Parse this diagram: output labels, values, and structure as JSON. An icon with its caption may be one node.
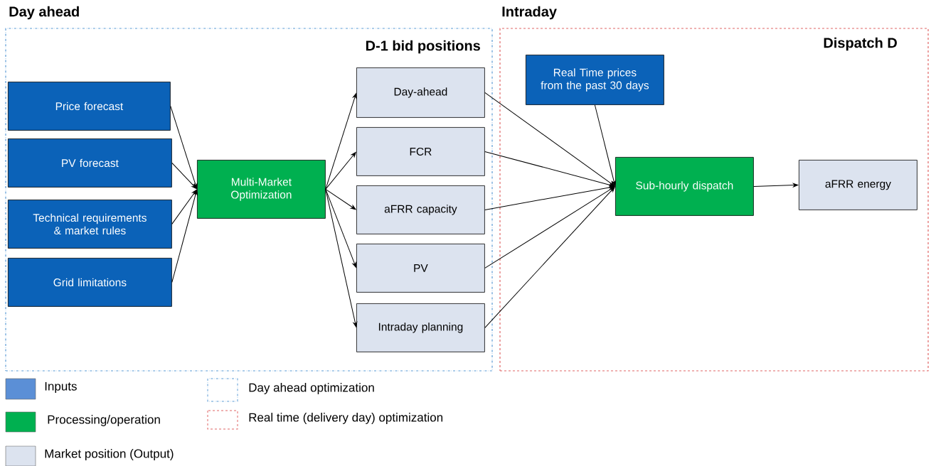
{
  "diagram": {
    "nodes": [
      {
        "text": [
          "Day ahead",
          "D-1 bid positions"
        ]
      },
      {
        "text": [
          "Intraday",
          "Dispatch D"
        ]
      },
      {
        "text": [
          "Price forecast"
        ],
        "in": 0
      },
      {
        "text": [
          "PV forecast"
        ],
        "in": 0
      },
      {
        "text": [
          "Technical requirements & market rules"
        ],
        "in": 0
      },
      {
        "text": [
          "Grid limitations"
        ],
        "in": 0
      },
      {
        "text": [
          "Multi-Market Optimization"
        ],
        "in": 0
      },
      {
        "text": [
          "Day-ahead"
        ],
        "in": 0
      },
      {
        "text": [
          "FCR"
        ],
        "in": 0
      },
      {
        "text": [
          "aFRR capacity"
        ],
        "in": 0
      },
      {
        "text": [
          "PV"
        ],
        "in": 0
      },
      {
        "text": [
          "Intraday planning"
        ],
        "in": 0
      },
      {
        "text": [
          "Real Time prices from the past 30 days"
        ],
        "in": 1
      },
      {
        "text": [
          "Sub-hourly dispatch"
        ],
        "in": 1
      },
      {
        "text": [
          "aFRR energy"
        ],
        "in": 1
      }
    ],
    "edges": [
      {
        "from": 2,
        "to": 6,
        "arrow": "to"
      },
      {
        "from": 3,
        "to": 6,
        "arrow": "to"
      },
      {
        "from": 4,
        "to": 6,
        "arrow": "to"
      },
      {
        "from": 5,
        "to": 6,
        "arrow": "to"
      },
      {
        "from": 6,
        "to": 7,
        "arrow": "to"
      },
      {
        "from": 6,
        "to": 8,
        "arrow": "to"
      },
      {
        "from": 6,
        "to": 9,
        "arrow": "to"
      },
      {
        "from": 6,
        "to": 10,
        "arrow": "to"
      },
      {
        "from": 6,
        "to": 11,
        "arrow": "to"
      },
      {
        "from": 7,
        "to": 13,
        "arrow": "to"
      },
      {
        "from": 8,
        "to": 13,
        "arrow": "to"
      },
      {
        "from": 9,
        "to": 13,
        "arrow": "to"
      },
      {
        "from": 10,
        "to": 13,
        "arrow": "to"
      },
      {
        "from": 11,
        "to": 13,
        "arrow": "to"
      },
      {
        "from": 12,
        "to": 13,
        "arrow": "to"
      },
      {
        "from": 13,
        "to": 14,
        "arrow": "to"
      }
    ],
    "legend": [
      {
        "text": "Inputs",
        "color": "#5b8fd6"
      },
      {
        "text": "Day ahead optimization"
      },
      {
        "text": "Processing/operation",
        "color": "#00b050"
      },
      {
        "text": "Real time (delivery day) optimization"
      },
      {
        "text": "Market position (Output)",
        "color": "#dce3ef"
      }
    ]
  }
}
